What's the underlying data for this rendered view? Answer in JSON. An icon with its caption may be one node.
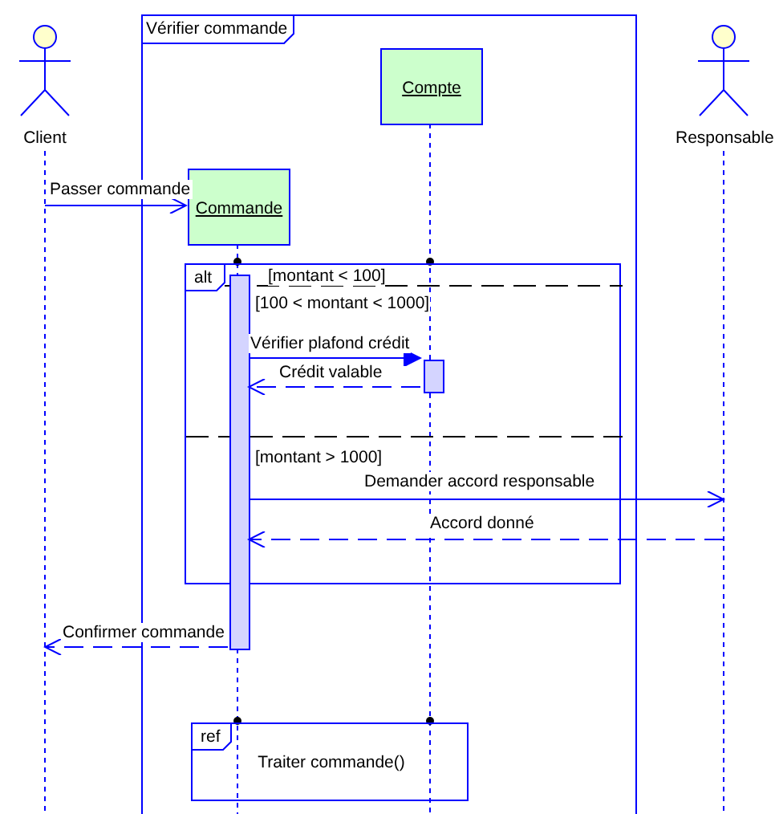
{
  "diagram": {
    "nodes": [
      {
        "text": [
          "Vérifier commande"
        ]
      },
      {
        "text": [
          "Client"
        ]
      },
      {
        "text": [
          "Commande"
        ],
        "in": 0
      },
      {
        "text": [
          "Compte"
        ],
        "in": 0
      },
      {
        "text": [
          "Responsable"
        ]
      },
      {
        "text": [
          "alt",
          "[montant < 100]",
          "[100 < montant < 1000]",
          "[montant > 1000]"
        ],
        "in": 0
      },
      {
        "text": [
          "ref",
          "Traiter commande()"
        ],
        "in": 0
      },
      {
        "text": [],
        "shape": "bar",
        "in": 0
      },
      {
        "text": [],
        "shape": "bar",
        "in": 5
      }
    ],
    "edges": [
      {
        "from": 1,
        "to": 2,
        "arrow": "to",
        "label": "Passer commande"
      },
      {
        "from": 7,
        "to": 8,
        "arrow": "to",
        "label": "Vérifier plafond crédit"
      },
      {
        "from": 8,
        "to": 7,
        "arrow": "to",
        "label": "Crédit valable",
        "style": "dashed"
      },
      {
        "from": 7,
        "to": 4,
        "arrow": "to",
        "label": "Demander accord responsable"
      },
      {
        "from": 4,
        "to": 7,
        "arrow": "to",
        "label": "Accord donné",
        "style": "dashed"
      },
      {
        "from": 7,
        "to": 1,
        "arrow": "to",
        "label": "Confirmer commande",
        "style": "dashed"
      }
    ]
  }
}
